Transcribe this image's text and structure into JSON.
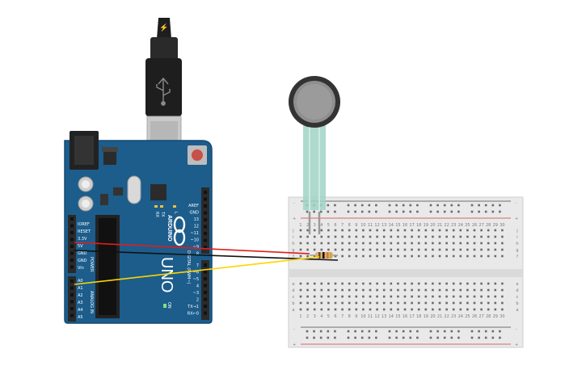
{
  "colors": {
    "board": "#1c5d8c",
    "board_edge": "#134a72",
    "header": "#2a2a2a",
    "usb_cable": "#1e1e1e",
    "usb_metal": "#c9c9c9",
    "reset_button": "#c8504a",
    "breadboard": "#e9e9e9",
    "rail_red": "#d23b3b",
    "rail_blue": "#444444",
    "wire_red": "#e11d1d",
    "wire_black": "#111111",
    "wire_yellow": "#ffd400",
    "fsr_head": "#333333",
    "fsr_tail": "#9fd3c4",
    "resistor_body": "#d6b07a"
  },
  "icons": {
    "usb": "usb-plug-icon",
    "power": "lightning-icon",
    "logo": "arduino-infinity-icon"
  },
  "arduino": {
    "brand": "ARDUINO",
    "model": "UNO",
    "left_pins": [
      "IOREF",
      "RESET",
      "3.3V",
      "5V",
      "GND",
      "GND",
      "Vin"
    ],
    "analog_pins": [
      "A0",
      "A1",
      "A2",
      "A3",
      "A4",
      "A5"
    ],
    "power_label": "POWER",
    "analog_label": "ANALOG IN",
    "digital_top": [
      "AREF",
      "GND",
      "13",
      "12",
      "~11",
      "~10",
      "~9",
      "8"
    ],
    "digital_bottom": [
      "7",
      "~6",
      "~5",
      "4",
      "~3",
      "2",
      "TX→1",
      "RX←0"
    ],
    "digital_label": "DIGITAL (PWM~)",
    "led_labels": [
      "TX",
      "RX",
      "L"
    ],
    "on_label": "ON"
  },
  "breadboard": {
    "columns": [
      "1",
      "2",
      "3",
      "4",
      "5",
      "6",
      "7",
      "8",
      "9",
      "10",
      "11",
      "12",
      "13",
      "14",
      "15",
      "16",
      "17",
      "18",
      "19",
      "20",
      "21",
      "22",
      "23",
      "24",
      "25",
      "26",
      "27",
      "28",
      "29",
      "30"
    ],
    "rows_top": [
      "j",
      "i",
      "h",
      "g",
      "f"
    ],
    "rows_bottom": [
      "e",
      "d",
      "c",
      "b",
      "a"
    ],
    "plus": "+",
    "minus": "-"
  }
}
